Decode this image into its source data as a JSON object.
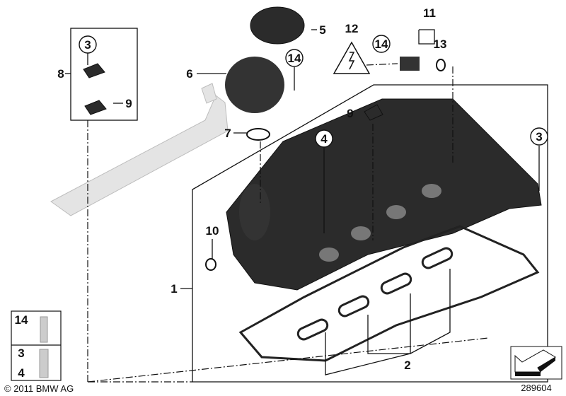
{
  "diagram": {
    "callouts": {
      "c1": "1",
      "c2": "2",
      "c3a": "3",
      "c3b": "3",
      "c4": "4",
      "c5": "5",
      "c6": "6",
      "c7": "7",
      "c8": "8",
      "c9a": "9",
      "c9b": "9",
      "c10": "10",
      "c11": "11",
      "c12": "12",
      "c13": "13",
      "c14a": "14",
      "c14b": "14"
    },
    "fastener_box": {
      "row1": "14",
      "row2a": "3",
      "row2b": "4"
    },
    "copyright": "© 2011 BMW AG",
    "diagram_number": "289604",
    "icons": [
      "warning-triangle-icon",
      "arrow-navigation-icon"
    ]
  }
}
